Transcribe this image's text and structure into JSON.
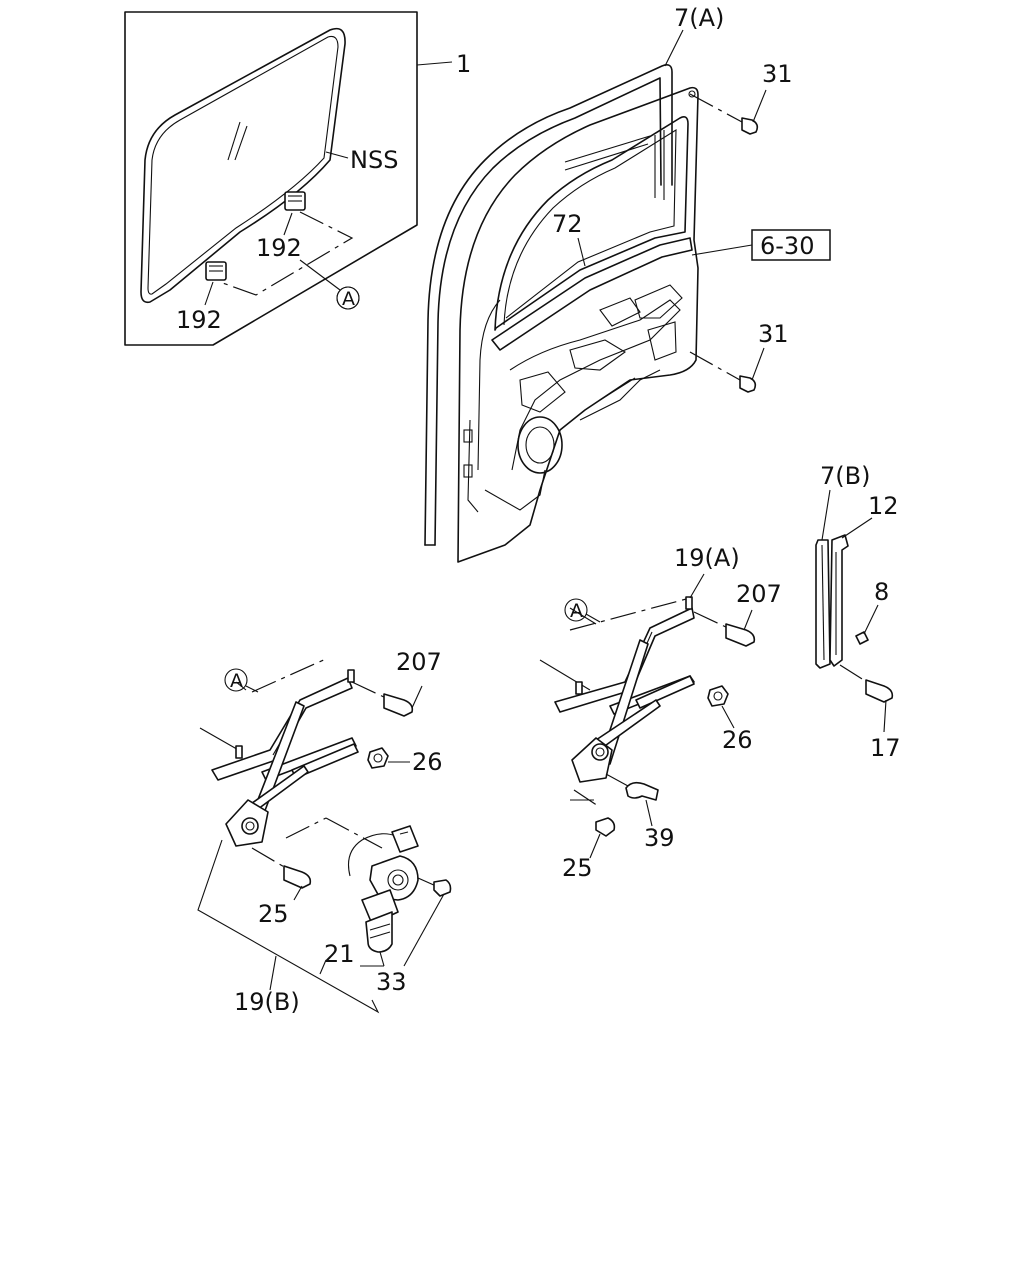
{
  "callouts": {
    "c1": "1",
    "c7a": "7(A)",
    "c31_top": "31",
    "c31_mid": "31",
    "nss": "NSS",
    "c192_upper": "192",
    "c192_lower": "192",
    "ref_a_glass": "A",
    "c72": "72",
    "ref_6_30": "6-30",
    "c7b": "7(B)",
    "c12": "12",
    "c8": "8",
    "c17": "17",
    "c19a": "19(A)",
    "c207_right": "207",
    "ref_a_right": "A",
    "c26_right": "26",
    "c39": "39",
    "c25_right": "25",
    "ref_a_left": "A",
    "c207_left": "207",
    "c26_left": "26",
    "c25_left": "25",
    "c21": "21",
    "c33": "33",
    "c19b": "19(B)"
  }
}
